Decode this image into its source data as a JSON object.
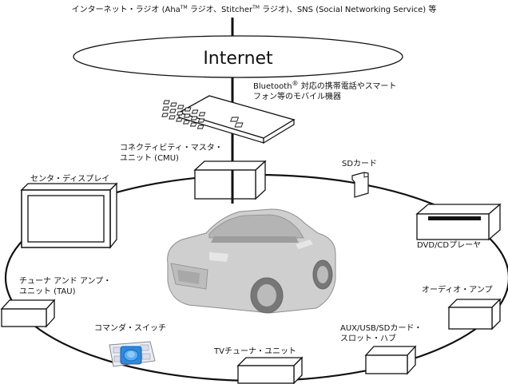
{
  "header": {
    "services_line_a": "インターネット・ラジオ (Aha",
    "tm1": "TM",
    "services_line_b": " ラジオ、Stitcher",
    "tm2": "TM",
    "services_line_c": " ラジオ)、SNS (Social Networking Service) 等"
  },
  "internet": {
    "label": "Internet"
  },
  "phone": {
    "line1_a": "Bluetooth",
    "line1_b": " 対応の携帯電話やスマート",
    "line2": "フォン等のモバイル機器"
  },
  "cmu": {
    "line1": "コネクティビティ・マスタ・",
    "line2": "ユニット (CMU)"
  },
  "sd_card": {
    "label": "SDカード"
  },
  "center_display": {
    "label": "センタ・ディスプレイ"
  },
  "dvd": {
    "label": "DVD/CDプレーヤ"
  },
  "tuner_amp": {
    "line1": "チューナ アンド アンプ・",
    "line2": "ユニット (TAU)"
  },
  "audio_amp": {
    "label": "オーディオ・アンプ"
  },
  "commander": {
    "label": "コマンダ・スイッチ"
  },
  "aux_hub": {
    "line1": "AUX/USB/SDカード・",
    "line2": "スロット・ハブ"
  },
  "tv_tuner": {
    "label": "TVチューナ・ユニット"
  },
  "colors": {
    "line": "#111111",
    "box_face": "#ffffff",
    "commander_blue": "#2a8be0",
    "car_body": "#cfcfcf"
  }
}
